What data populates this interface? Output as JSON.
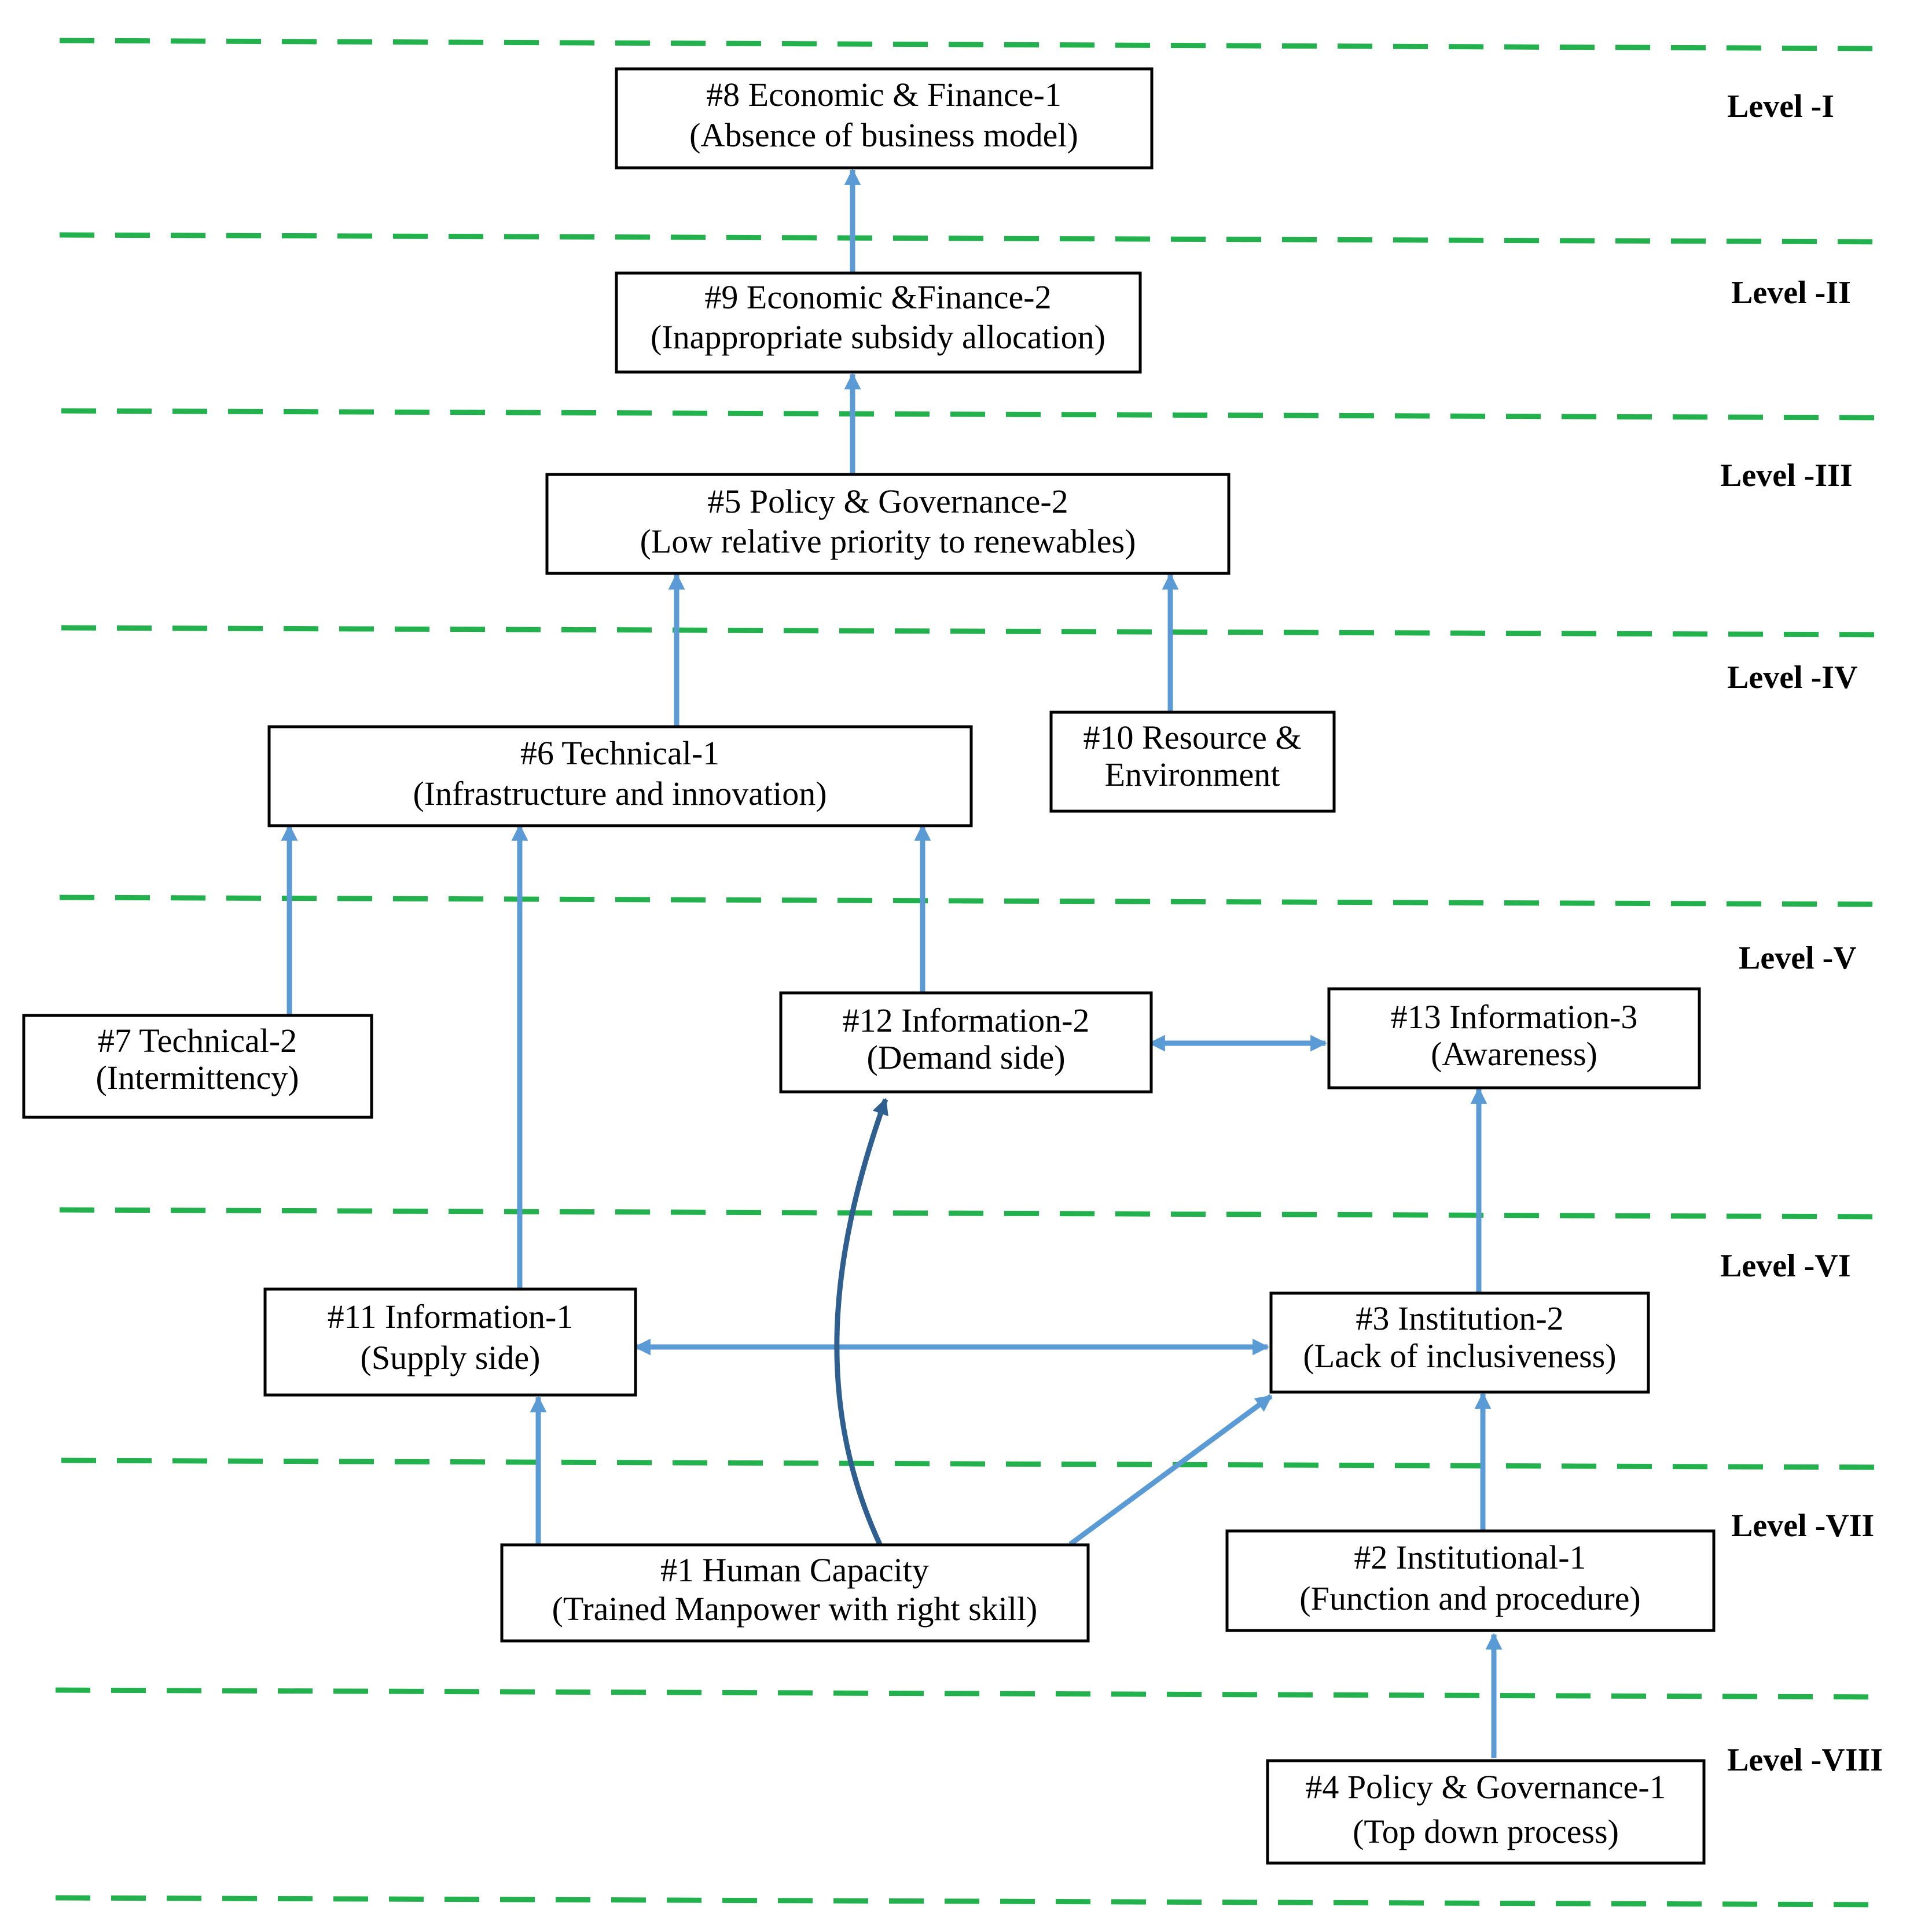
{
  "colors": {
    "separator": "#22b14c",
    "edge": "#5b9bd5",
    "edge_dark": "#2e5f8f",
    "box_border": "#000000",
    "text": "#000000"
  },
  "levels": [
    {
      "id": "L1",
      "label": "Level -I"
    },
    {
      "id": "L2",
      "label": "Level -II"
    },
    {
      "id": "L3",
      "label": "Level -III"
    },
    {
      "id": "L4",
      "label": "Level -IV"
    },
    {
      "id": "L5",
      "label": "Level -V"
    },
    {
      "id": "L6",
      "label": "Level -VI"
    },
    {
      "id": "L7",
      "label": "Level -VII"
    },
    {
      "id": "L8",
      "label": "Level -VIII"
    }
  ],
  "nodes": [
    {
      "id": "n8",
      "line1": "#8 Economic & Finance-1",
      "line2": "(Absence of business model)"
    },
    {
      "id": "n9",
      "line1": "#9 Economic &Finance-2",
      "line2": "(Inappropriate subsidy allocation)"
    },
    {
      "id": "n5",
      "line1": "#5 Policy & Governance-2",
      "line2": "(Low relative priority to renewables)"
    },
    {
      "id": "n6",
      "line1": "#6 Technical-1",
      "line2": "(Infrastructure and innovation)"
    },
    {
      "id": "n10",
      "line1": "#10 Resource &",
      "line2": "Environment"
    },
    {
      "id": "n7",
      "line1": "#7 Technical-2",
      "line2": "(Intermittency)"
    },
    {
      "id": "n12",
      "line1": "#12 Information-2",
      "line2": "(Demand side)"
    },
    {
      "id": "n13",
      "line1": "#13 Information-3",
      "line2": "(Awareness)"
    },
    {
      "id": "n11",
      "line1": "#11 Information-1",
      "line2": "(Supply side)"
    },
    {
      "id": "n3",
      "line1": "#3 Institution-2",
      "line2": "(Lack of inclusiveness)"
    },
    {
      "id": "n1",
      "line1": "#1 Human Capacity",
      "line2": "(Trained Manpower with right skill)"
    },
    {
      "id": "n2",
      "line1": "#2 Institutional-1",
      "line2": "(Function and procedure)"
    },
    {
      "id": "n4",
      "line1": "#4 Policy & Governance-1",
      "line2": "(Top down process)"
    }
  ],
  "edges": [
    {
      "from": "n9",
      "to": "n8",
      "type": "one-way"
    },
    {
      "from": "n5",
      "to": "n9",
      "type": "one-way"
    },
    {
      "from": "n6",
      "to": "n5",
      "type": "one-way"
    },
    {
      "from": "n10",
      "to": "n5",
      "type": "one-way"
    },
    {
      "from": "n7",
      "to": "n6",
      "type": "one-way"
    },
    {
      "from": "n11",
      "to": "n6",
      "type": "one-way"
    },
    {
      "from": "n12",
      "to": "n6",
      "type": "one-way"
    },
    {
      "from": "n12",
      "to": "n13",
      "type": "two-way"
    },
    {
      "from": "n3",
      "to": "n13",
      "type": "one-way"
    },
    {
      "from": "n11",
      "to": "n3",
      "type": "two-way"
    },
    {
      "from": "n1",
      "to": "n11",
      "type": "one-way"
    },
    {
      "from": "n1",
      "to": "n12",
      "type": "one-way"
    },
    {
      "from": "n1",
      "to": "n3",
      "type": "one-way"
    },
    {
      "from": "n2",
      "to": "n3",
      "type": "one-way"
    },
    {
      "from": "n4",
      "to": "n2",
      "type": "one-way"
    }
  ]
}
